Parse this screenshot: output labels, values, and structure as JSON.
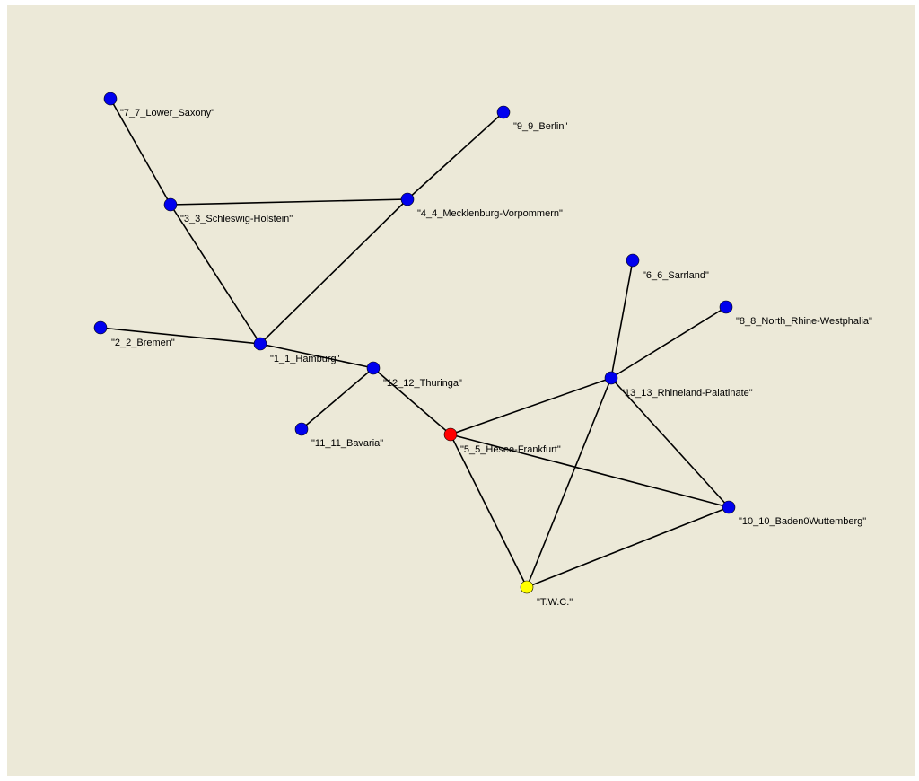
{
  "graph": {
    "colors": {
      "background": "#ece9d8",
      "edge": "#000000",
      "default_node": "#0000ee",
      "selected_node": "#ff0000",
      "special_node": "#ffff00"
    },
    "nodes": [
      {
        "id": "n7",
        "label": "\"7_7_Lower_Saxony\"",
        "color": "#0000ee"
      },
      {
        "id": "n9",
        "label": "\"9_9_Berlin\"",
        "color": "#0000ee"
      },
      {
        "id": "n3",
        "label": "\"3_3_Schleswig-Holstein\"",
        "color": "#0000ee"
      },
      {
        "id": "n4",
        "label": "\"4_4_Mecklenburg-Vorpommern\"",
        "color": "#0000ee"
      },
      {
        "id": "n6",
        "label": "\"6_6_Sarrland\"",
        "color": "#0000ee"
      },
      {
        "id": "n8",
        "label": "\"8_8_North_Rhine-Westphalia\"",
        "color": "#0000ee"
      },
      {
        "id": "n2",
        "label": "\"2_2_Bremen\"",
        "color": "#0000ee"
      },
      {
        "id": "n1",
        "label": "\"1_1_Hamburg\"",
        "color": "#0000ee"
      },
      {
        "id": "n12",
        "label": "\"12_12_Thuringa\"",
        "color": "#0000ee"
      },
      {
        "id": "n13",
        "label": "\"13_13_Rhineland-Palatinate\"",
        "color": "#0000ee"
      },
      {
        "id": "n11",
        "label": "\"11_11_Bavaria\"",
        "color": "#0000ee"
      },
      {
        "id": "n5",
        "label": "\"5_5_Hesee-Frankfurt\"",
        "color": "#ff0000"
      },
      {
        "id": "n10",
        "label": "\"10_10_Baden0Wuttemberg\"",
        "color": "#0000ee"
      },
      {
        "id": "twc",
        "label": "\"T.W.C.\"",
        "color": "#ffff00"
      }
    ],
    "edges": [
      [
        "n7",
        "n3"
      ],
      [
        "n3",
        "n4"
      ],
      [
        "n4",
        "n9"
      ],
      [
        "n3",
        "n1"
      ],
      [
        "n4",
        "n1"
      ],
      [
        "n2",
        "n1"
      ],
      [
        "n1",
        "n12"
      ],
      [
        "n12",
        "n11"
      ],
      [
        "n12",
        "n5"
      ],
      [
        "n5",
        "n13"
      ],
      [
        "n5",
        "n10"
      ],
      [
        "n5",
        "twc"
      ],
      [
        "n13",
        "n6"
      ],
      [
        "n13",
        "n8"
      ],
      [
        "n13",
        "n10"
      ],
      [
        "n13",
        "twc"
      ],
      [
        "n10",
        "twc"
      ]
    ]
  }
}
